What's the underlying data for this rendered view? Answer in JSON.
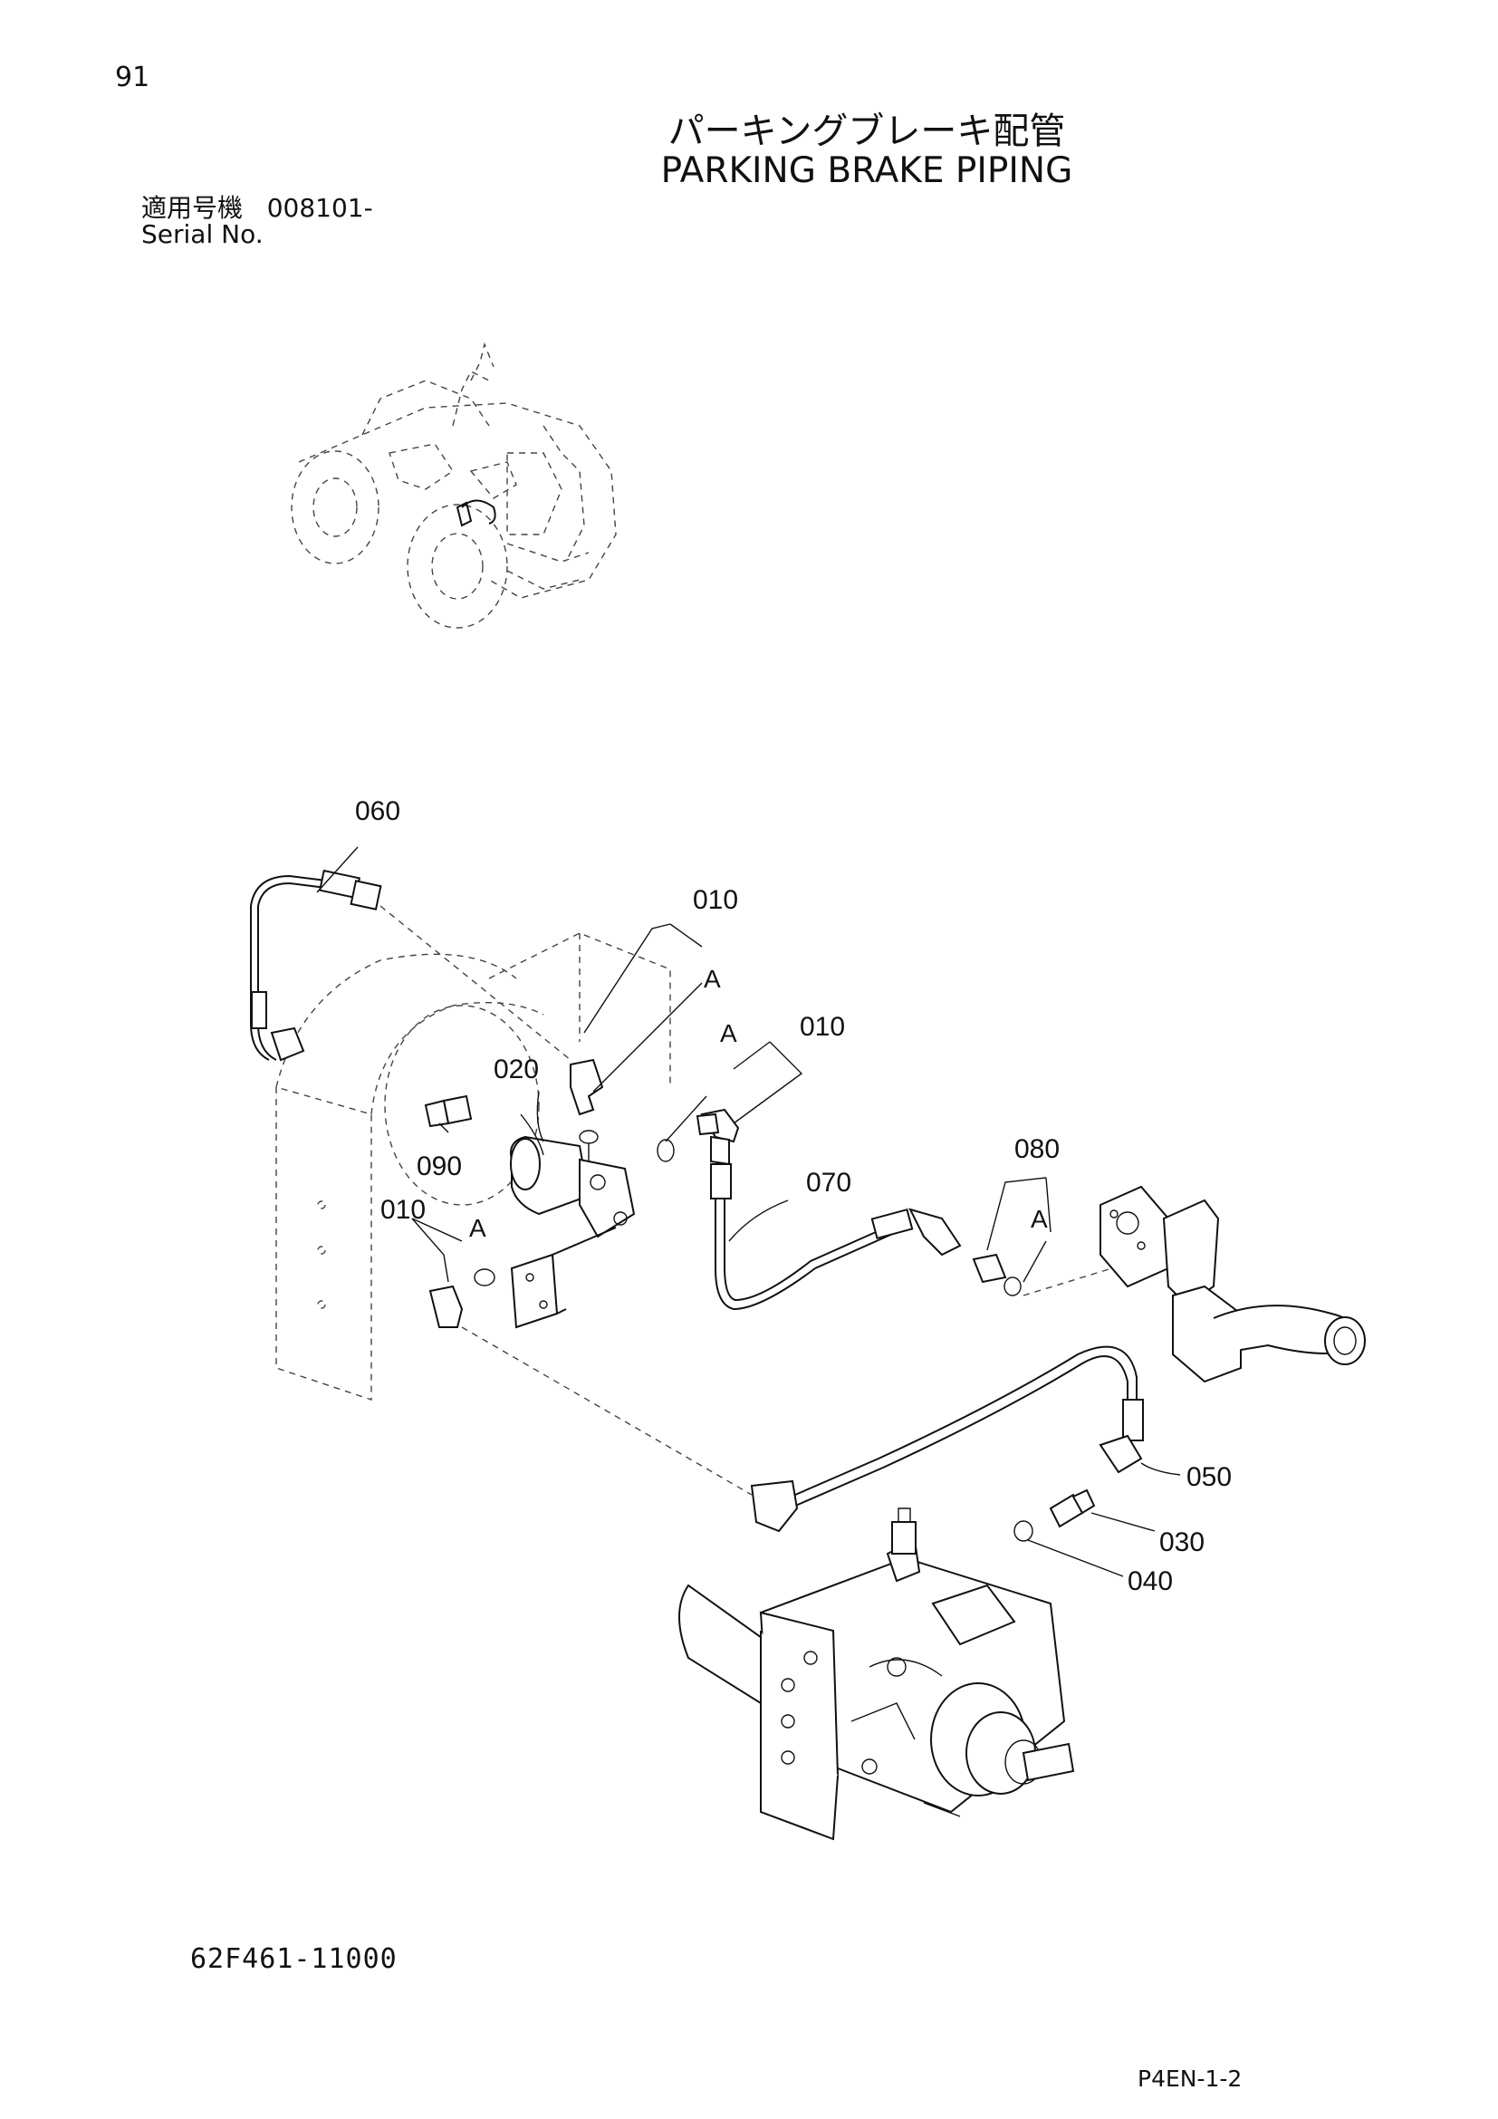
{
  "header": {
    "page_number": "91",
    "title_jp": "パーキングブレーキ配管",
    "title_en": "PARKING BRAKE PIPING",
    "serial_label_jp": "適用号機",
    "serial_value": "008101-",
    "serial_label_en": "Serial No."
  },
  "diagram": {
    "part_labels": {
      "p060": "060",
      "p010_top": "010",
      "p010_mid": "010",
      "p010_left": "010",
      "p020": "020",
      "p090": "090",
      "p070": "070",
      "p080": "080",
      "p050": "050",
      "p030": "030",
      "p040": "040"
    },
    "ref_labels": {
      "a1": "A",
      "a2": "A",
      "a3": "A",
      "a4": "A"
    }
  },
  "footer": {
    "drawing_number": "62F461-11000",
    "page_code": "P4EN-1-2"
  }
}
